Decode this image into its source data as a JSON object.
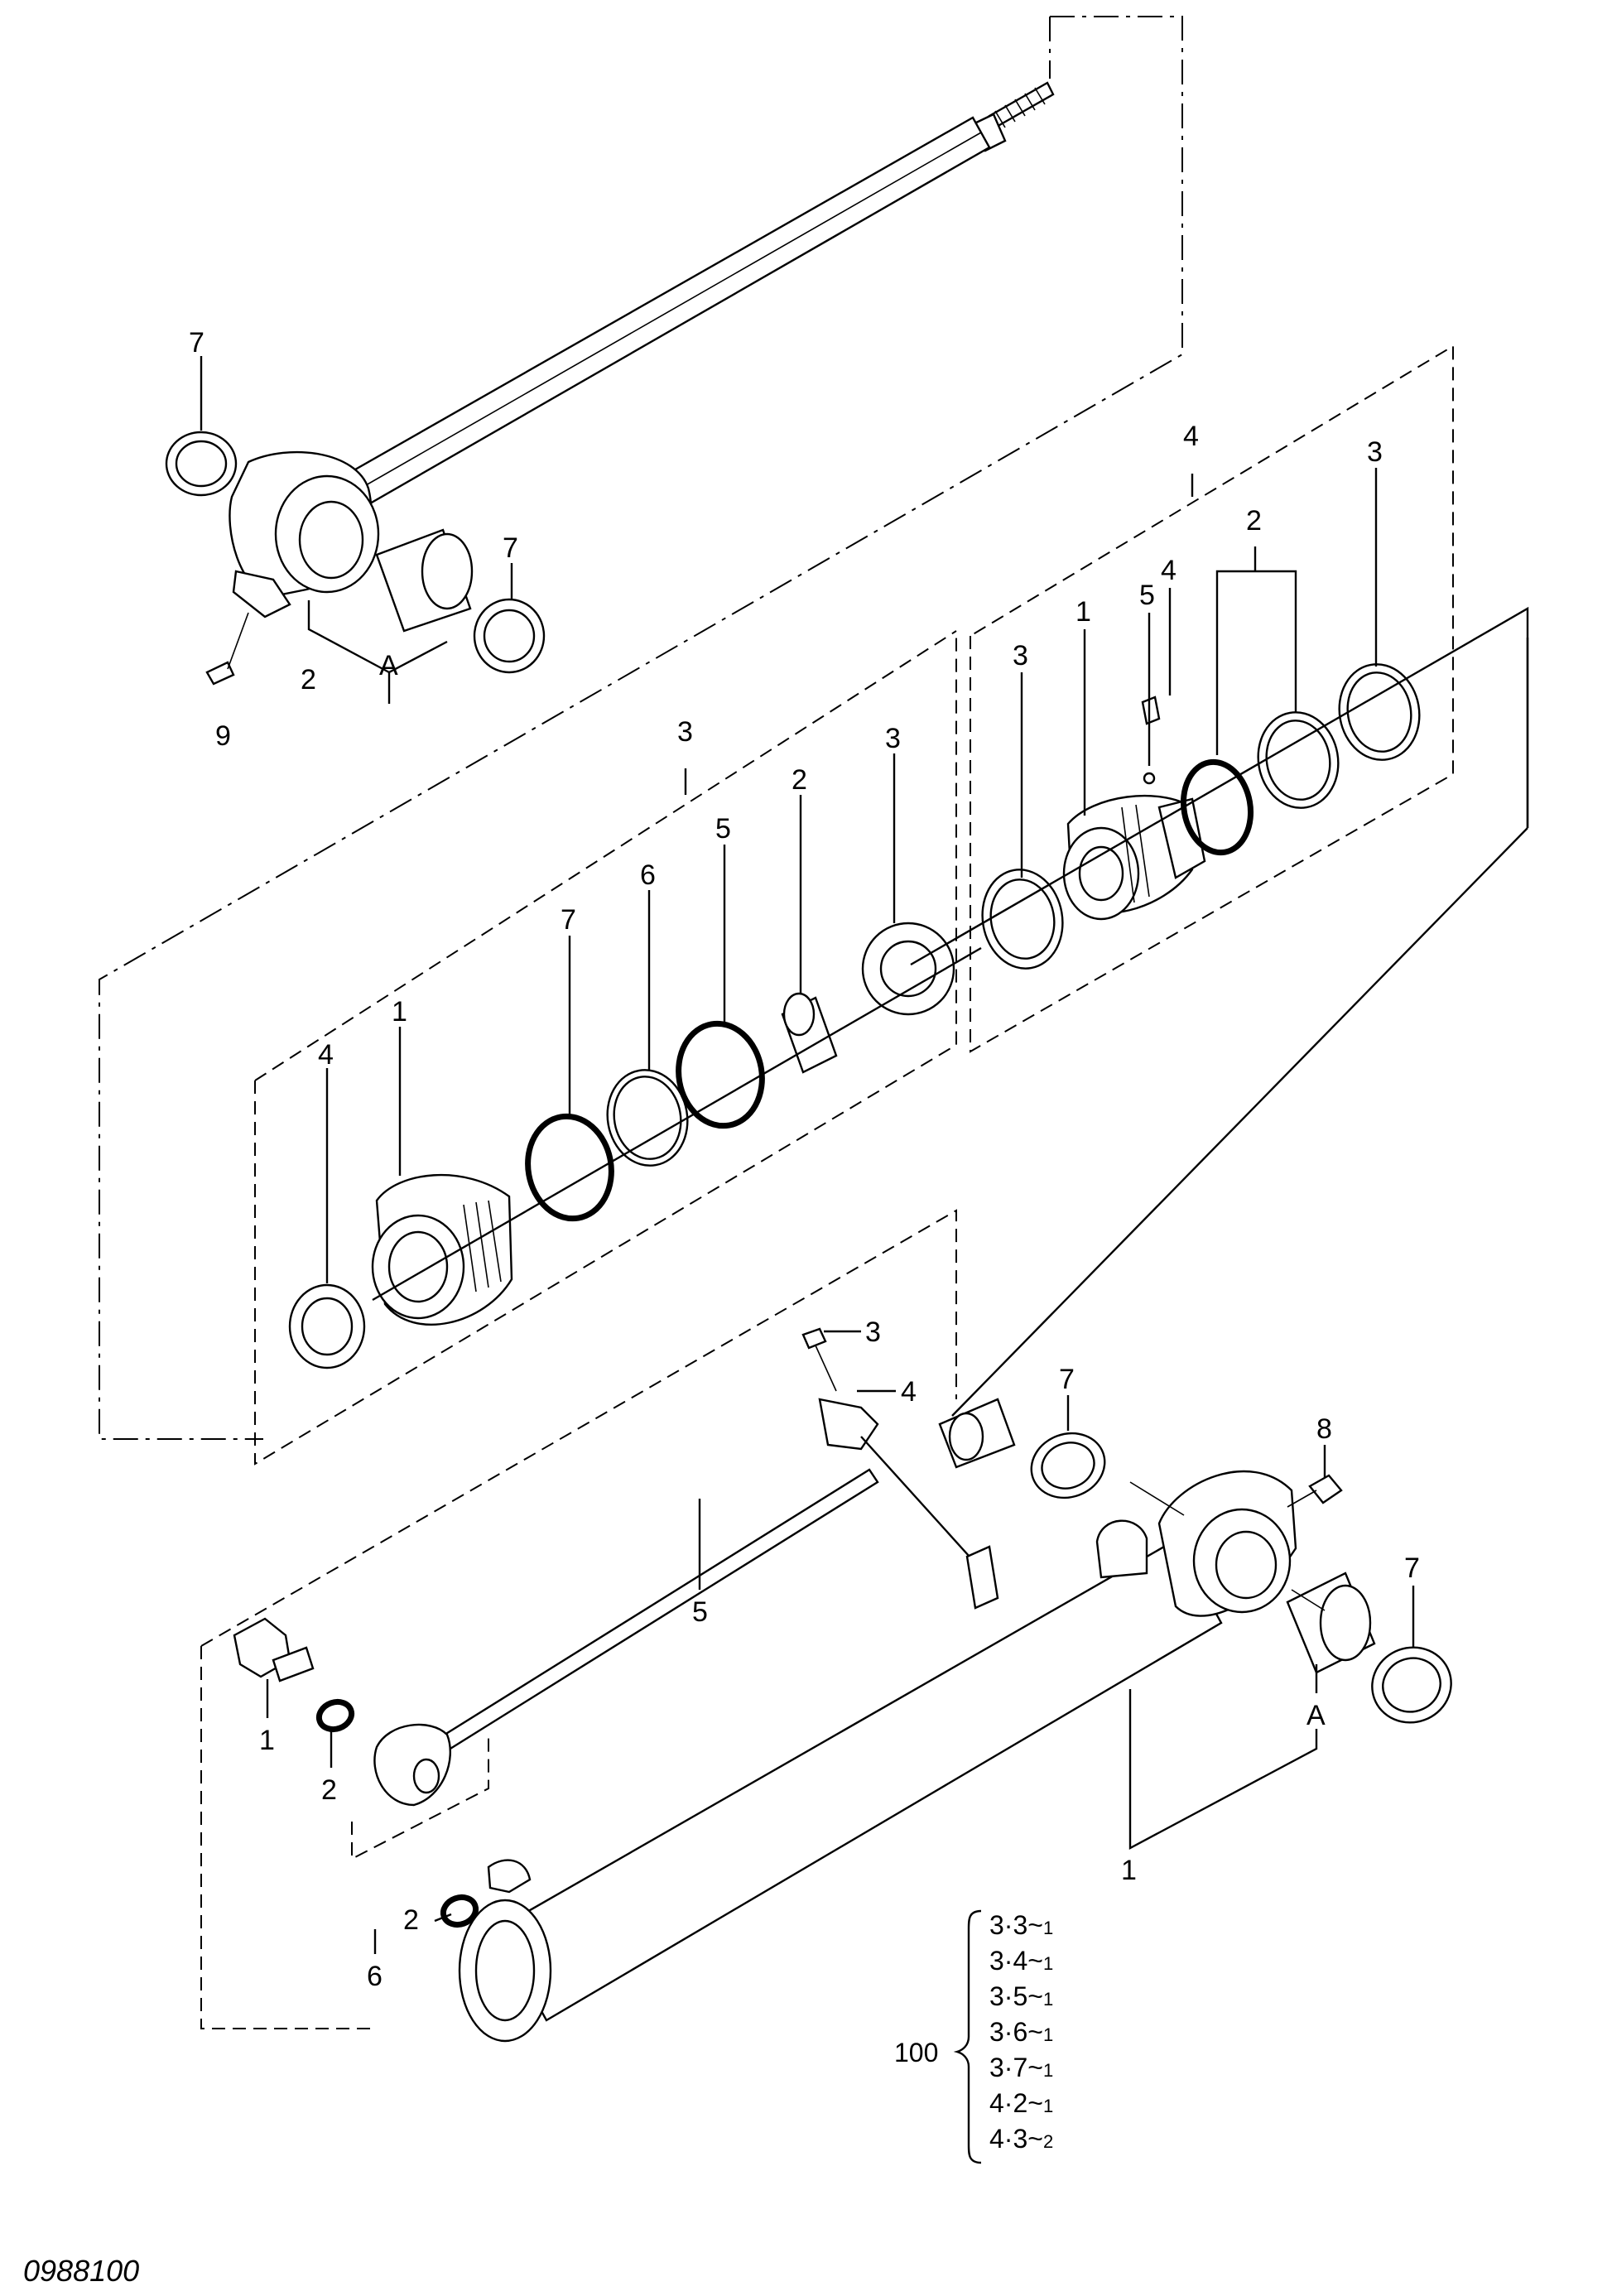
{
  "diagram_code": "0988100",
  "callouts": {
    "rod_group": {
      "rod_bush": "2",
      "pin_label": "A",
      "seal_left": "7",
      "seal_right": "7",
      "grease": "9"
    },
    "gland_group": {
      "group": "3",
      "gland": "1",
      "dust_seal": "4",
      "o_ring_1": "7",
      "backup": "6",
      "o_ring_2": "5",
      "bushing": "2",
      "rod_seal": "3"
    },
    "piston_group": {
      "group": "4",
      "piston": "1",
      "seal_3": "3",
      "ball": "5",
      "set_screw": "4",
      "o_ring": "2",
      "wear_ring": "3"
    },
    "tube_group": {
      "pipe_bolt": "3",
      "clamp": "4",
      "pipe": "5",
      "pipe_group": "6",
      "elbow": "1",
      "o_ring_a": "2",
      "o_ring_b": "2",
      "seal_top": "7",
      "seal_right": "7",
      "grease": "8",
      "pin_label": "A",
      "tube": "1"
    }
  },
  "reference": {
    "main_number": "100",
    "items": [
      {
        "a": "3",
        "b": "3",
        "c": "1"
      },
      {
        "a": "3",
        "b": "4",
        "c": "1"
      },
      {
        "a": "3",
        "b": "5",
        "c": "1"
      },
      {
        "a": "3",
        "b": "6",
        "c": "1"
      },
      {
        "a": "3",
        "b": "7",
        "c": "1"
      },
      {
        "a": "4",
        "b": "2",
        "c": "1"
      },
      {
        "a": "4",
        "b": "3",
        "c": "2"
      }
    ]
  }
}
